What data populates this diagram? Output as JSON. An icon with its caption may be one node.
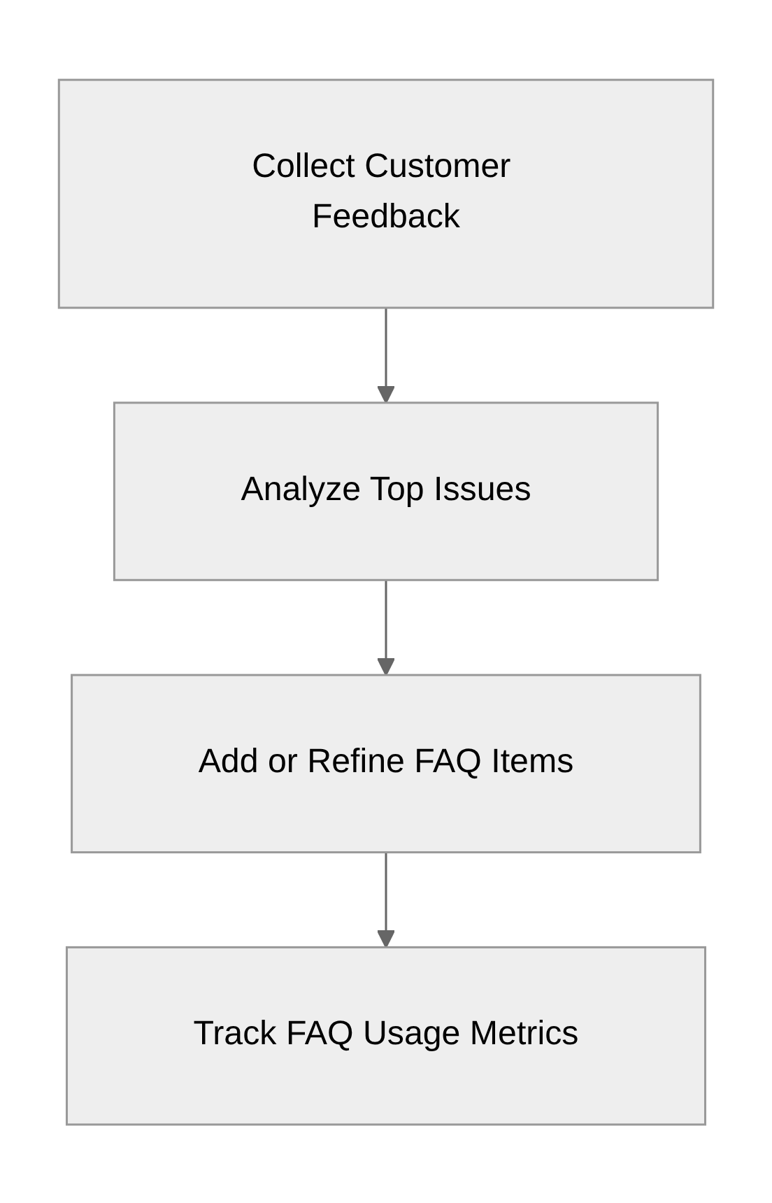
{
  "diagram": {
    "nodes": [
      {
        "text": [
          "Collect Customer Feedback"
        ]
      },
      {
        "text": [
          "Analyze Top Issues"
        ]
      },
      {
        "text": [
          "Add or Refine FAQ Items"
        ]
      },
      {
        "text": [
          "Track FAQ Usage Metrics"
        ]
      }
    ],
    "edges": [
      {
        "from": 0,
        "to": 1,
        "arrow": "to"
      },
      {
        "from": 1,
        "to": 2,
        "arrow": "to"
      },
      {
        "from": 2,
        "to": 3,
        "arrow": "to"
      }
    ]
  }
}
